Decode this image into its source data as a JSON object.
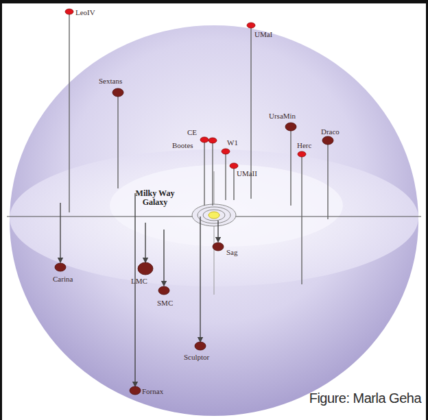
{
  "diagram": {
    "caption": "Figure: Marla Geha",
    "labels": [
      "LeoIV",
      "UMaI",
      "Sextans",
      "UrsaMin",
      "Draco",
      "CE",
      "Bootes",
      "W1",
      "Herc",
      "UMaII",
      "Milky Way Galaxy",
      "Sag",
      "Carina",
      "LMC",
      "SMC",
      "Sculptor",
      "Fornax"
    ]
  }
}
